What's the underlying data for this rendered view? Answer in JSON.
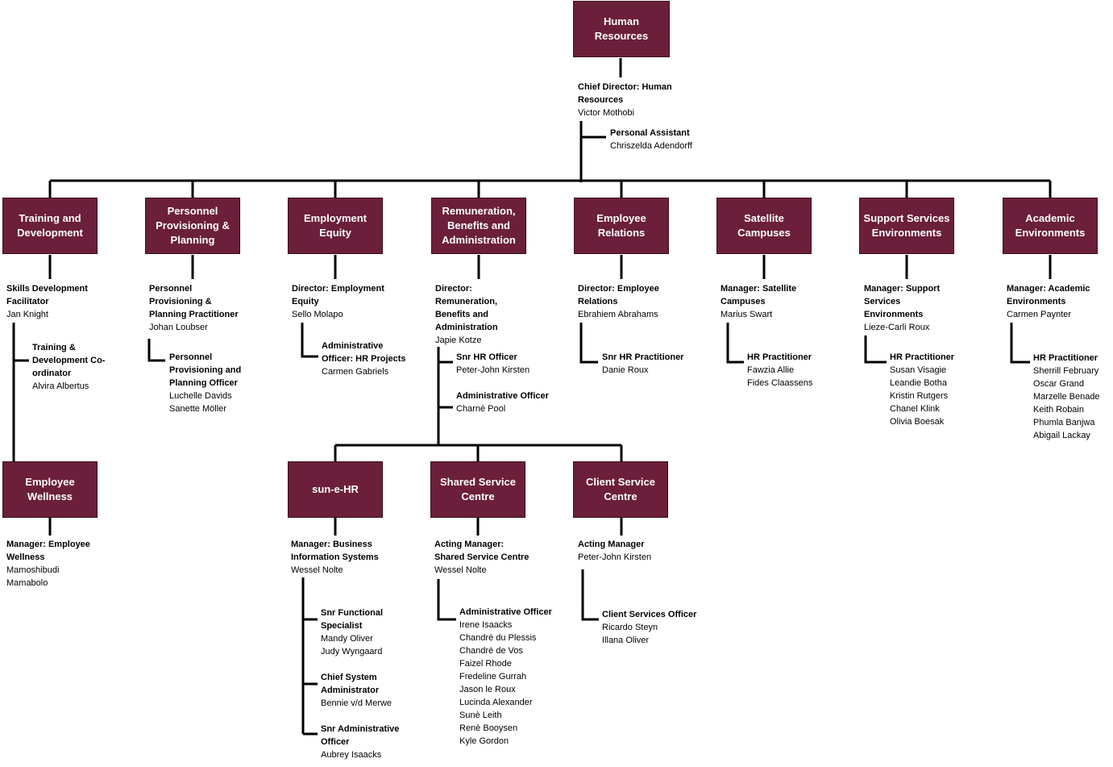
{
  "theme": {
    "box_fill": "#6b1f3a",
    "box_text": "#ffffff",
    "line": "#000000"
  },
  "root": {
    "box": "Human\nResources",
    "head_title": "Chief Director: Human\nResources",
    "head_name": "Victor Mothobi",
    "assistant_title": "Personal Assistant",
    "assistant_name": "Chriszelda Adendorff"
  },
  "departments": {
    "training": {
      "box": "Training and\nDevelopment",
      "head_title": "Skills Development\nFacilitator",
      "head_name": "Jan Knight",
      "sub1_title": "Training &\nDevelopment Co-\nordinator",
      "sub1_names": "Alvira Albertus"
    },
    "personnel": {
      "box": "Personnel\nProvisioning &\nPlanning",
      "head_title": "Personnel\nProvisioning &\nPlanning Practitioner",
      "head_name": "Johan Loubser",
      "sub1_title": "Personnel\nProvisioning and\nPlanning Officer",
      "sub1_names": "Luchelle Davids\nSanette Möller"
    },
    "equity": {
      "box": "Employment\nEquity",
      "head_title": "Director: Employment\nEquity",
      "head_name": "Sello Molapo",
      "sub1_title": "Administrative\nOfficer: HR Projects",
      "sub1_names": "Carmen Gabriels"
    },
    "remuneration": {
      "box": "Remuneration,\nBenefits and\nAdministration",
      "head_title": "Director:\nRemuneration,\nBenefits and\nAdministration",
      "head_name": "Japie Kotze",
      "sub1_title": "Snr HR Officer",
      "sub1_names": "Peter-John Kirsten",
      "sub2_title": "Administrative Officer",
      "sub2_names": "Charnè Pool"
    },
    "relations": {
      "box": "Employee\nRelations",
      "head_title": "Director: Employee\nRelations",
      "head_name": "Ebrahiem Abrahams",
      "sub1_title": "Snr HR Practitioner",
      "sub1_names": "Danie Roux"
    },
    "satellite": {
      "box": "Satellite\nCampuses",
      "head_title": "Manager: Satellite\nCampuses",
      "head_name": "Marius Swart",
      "sub1_title": "HR Practitioner",
      "sub1_names": "Fawzia Allie\nFides Claassens"
    },
    "support": {
      "box": "Support Services\nEnvironments",
      "head_title": "Manager: Support\nServices\nEnvironments",
      "head_name": "Lieze-Carli Roux",
      "sub1_title": "HR Practitioner",
      "sub1_names": "Susan Visagie\nLeandie Botha\nKristin Rutgers\nChanel Klink\nOlivia Boesak"
    },
    "academic": {
      "box": "Academic\nEnvironments",
      "head_title": "Manager: Academic\nEnvironments",
      "head_name": "Carmen Paynter",
      "sub1_title": "HR Practitioner",
      "sub1_names": "Sherrill February\nOscar Grand\nMarzelle Benade\nKeith Robain\nPhumla Banjwa\nAbigail Lackay"
    },
    "wellness": {
      "box": "Employee\nWellness",
      "head_title": "Manager: Employee\nWellness",
      "head_name": "Mamoshibudi\nMamabolo"
    },
    "sunehr": {
      "box": "sun-e-HR",
      "head_title": "Manager: Business\nInformation Systems",
      "head_name": "Wessel Nolte",
      "sub1_title": "Snr Functional\nSpecialist",
      "sub1_names": "Mandy Oliver\nJudy Wyngaard",
      "sub2_title": "Chief System\nAdministrator",
      "sub2_names": "Bennie v/d Merwe",
      "sub3_title": "Snr Administrative\nOfficer",
      "sub3_names": "Aubrey Isaacks"
    },
    "shared": {
      "box": "Shared Service\nCentre",
      "head_title": "Acting Manager:\nShared Service Centre",
      "head_name": "Wessel Nolte",
      "sub1_title": "Administrative Officer",
      "sub1_names": "Irene Isaacks\nChandrè du Plessis\nChandrè de Vos\nFaizel Rhode\nFredeline Gurrah\nJason le Roux\nLucinda Alexander\nSunè Leith\nRenè Booysen\nKyle Gordon"
    },
    "client": {
      "box": "Client Service\nCentre",
      "head_title": "Acting Manager",
      "head_name": "Peter-John Kirsten",
      "sub1_title": "Client Services Officer",
      "sub1_names": "Ricardo Steyn\nIllana Oliver"
    }
  }
}
